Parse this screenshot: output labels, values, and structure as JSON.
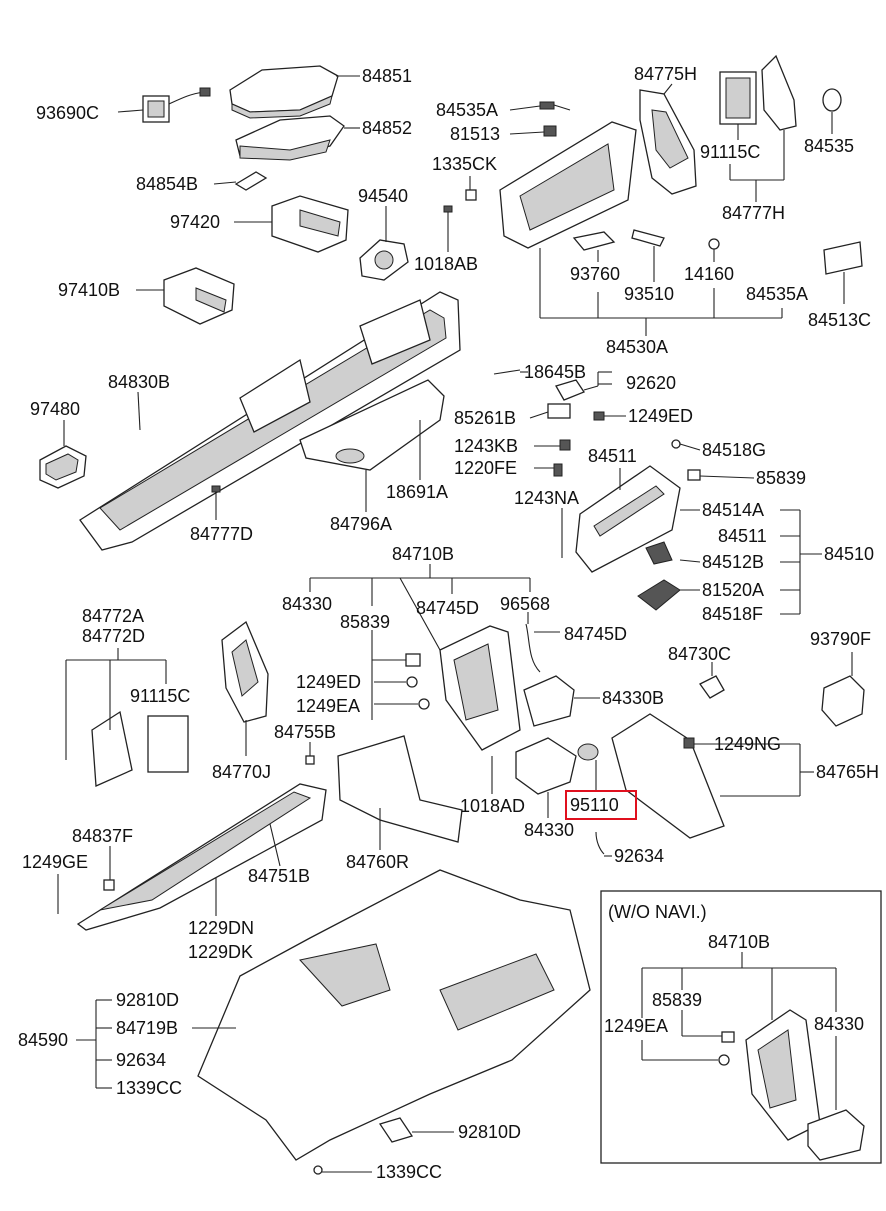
{
  "labels": {
    "l84851": "84851",
    "l93690C": "93690C",
    "l84852": "84852",
    "l84854B": "84854B",
    "l94540": "94540",
    "l97420": "97420",
    "l1018AB": "1018AB",
    "l97410B": "97410B",
    "l84535A_top": "84535A",
    "l81513": "81513",
    "l1335CK": "1335CK",
    "l84775H": "84775H",
    "l91115C_top": "91115C",
    "l84535": "84535",
    "l84777H": "84777H",
    "l93760": "93760",
    "l14160": "14160",
    "l93510": "93510",
    "l84535A_bot": "84535A",
    "l84513C": "84513C",
    "l84530A": "84530A",
    "l84830B": "84830B",
    "l97480": "97480",
    "l18645B": "18645B",
    "l92620": "92620",
    "l85261B": "85261B",
    "l1249ED_top": "1249ED",
    "l1243KB": "1243KB",
    "l84518G": "84518G",
    "l1220FE": "1220FE",
    "l84511_top": "84511",
    "l85839_top": "85839",
    "l18691A": "18691A",
    "l1243NA": "1243NA",
    "l84514A": "84514A",
    "l84511_mid": "84511",
    "l84512B": "84512B",
    "l84510": "84510",
    "l81520A": "81520A",
    "l84518F": "84518F",
    "l84777D": "84777D",
    "l84796A": "84796A",
    "l84710B": "84710B",
    "l84330_top": "84330",
    "l84745D_top": "84745D",
    "l96568": "96568",
    "l85839_mid": "85839",
    "l84745D_right": "84745D",
    "l84772A": "84772A",
    "l84772D": "84772D",
    "l93790F": "93790F",
    "l84730C": "84730C",
    "l1249ED_mid": "1249ED",
    "l91115C_mid": "91115C",
    "l84330B": "84330B",
    "l1249EA": "1249EA",
    "l84755B": "84755B",
    "l1249NG": "1249NG",
    "l84770J": "84770J",
    "l84765H": "84765H",
    "l1018AD": "1018AD",
    "l95110": "95110",
    "l84330_bot": "84330",
    "l84837F": "84837F",
    "l92634_top": "92634",
    "l1249GE": "1249GE",
    "l84751B": "84751B",
    "l84760R": "84760R",
    "l1229DN": "1229DN",
    "l1229DK": "1229DK",
    "inset_title": "(W/O NAVI.)",
    "inset_84710B": "84710B",
    "inset_85839": "85839",
    "inset_1249EA": "1249EA",
    "inset_84330": "84330",
    "l92810D_top": "92810D",
    "l84590": "84590",
    "l84719B": "84719B",
    "l92634_bot": "92634",
    "l1339CC_left": "1339CC",
    "l92810D_bot": "92810D",
    "l1339CC_bot": "1339CC"
  },
  "highlight": {
    "part": "95110",
    "color": "#e0101e"
  }
}
